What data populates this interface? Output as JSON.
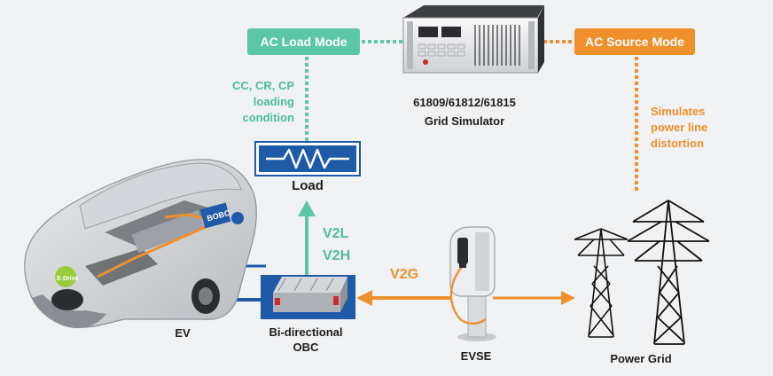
{
  "tags": {
    "ac_load_mode": "AC Load Mode",
    "ac_source_mode": "AC Source Mode"
  },
  "labels": {
    "loading_condition": [
      "CC, CR, CP",
      "loading",
      "condition"
    ],
    "distortion": [
      "Simulates",
      "power line",
      "distortion"
    ],
    "model_numbers": "61809/61812/61815",
    "grid_simulator": "Grid Simulator",
    "load": "Load",
    "v2l": "V2L",
    "v2h": "V2H",
    "v2g": "V2G",
    "ev": "EV",
    "obc": [
      "Bi-directional",
      "OBC"
    ],
    "evse": "EVSE",
    "power_grid": "Power Grid",
    "bobc": "BOBC",
    "edrive": "E-Drive"
  },
  "colors": {
    "green": "#5cc7a7",
    "orange": "#f0902d",
    "blue": "#1e5aa8",
    "background": "#f1f2f3"
  },
  "icons": [
    "resistor-icon",
    "pylon-icon",
    "evse-charger-icon",
    "car-icon",
    "grid-simulator-icon",
    "obc-module-icon"
  ]
}
